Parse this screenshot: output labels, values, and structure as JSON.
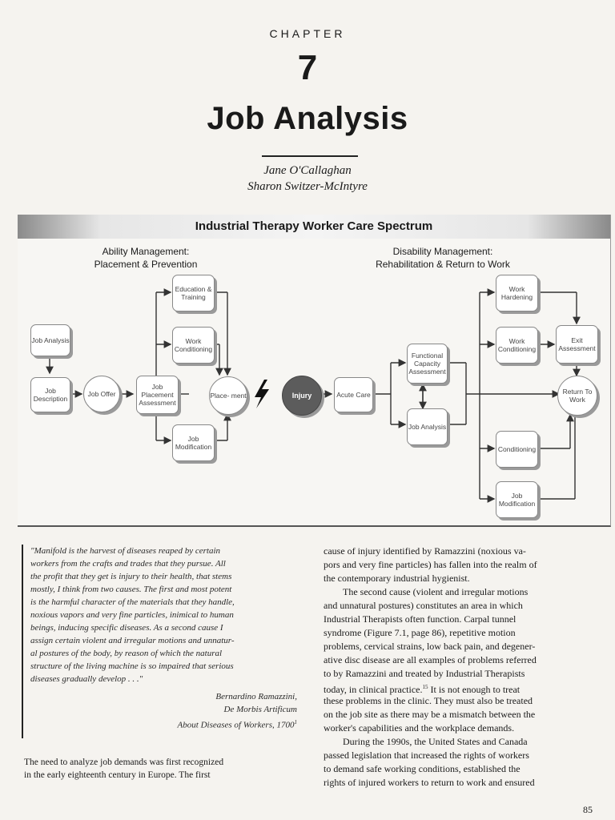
{
  "chapter": {
    "label": "CHAPTER",
    "number": "7",
    "title": "Job Analysis"
  },
  "authors": [
    "Jane O'Callaghan",
    "Sharon Switzer-McIntyre"
  ],
  "figure": {
    "title": "Industrial Therapy Worker Care Spectrum",
    "left_section": [
      "Ability Management:",
      "Placement & Prevention"
    ],
    "right_section": [
      "Disability Management:",
      "Rehabilitation & Return to Work"
    ],
    "nodes": {
      "job_analysis_1": "Job Analysis",
      "job_description": "Job Description",
      "job_offer": "Job Offer",
      "job_placement": "Job Placement Assessment",
      "education_training": "Education & Training",
      "work_conditioning_1": "Work Conditioning",
      "job_modification_1": "Job Modification",
      "placement": "Place- ment",
      "injury": "Injury",
      "acute_care": "Acute Care",
      "fca": "Functional Capacity Assessment",
      "job_analysis_2": "Job Analysis",
      "work_hardening": "Work Hardening",
      "work_conditioning_2": "Work Conditioning",
      "exit_assessment": "Exit Assessment",
      "return_to_work": "Return To Work",
      "conditioning": "Conditioning",
      "job_modification_2": "Job Modification"
    }
  },
  "epigraph": {
    "lines": [
      "\"Manifold is the harvest of diseases reaped by certain",
      "workers from the crafts and trades that they pursue. All",
      "the profit that they get is injury to their health, that stems",
      "mostly, I think from two causes. The first and most potent",
      "is the harmful character of the materials that they handle,",
      "noxious vapors and very fine particles, inimical to human",
      "beings, inducing specific diseases. As a second cause I",
      "assign certain violent and irregular motions and unnatur-",
      "al postures of the body, by reason of which the natural",
      "structure of the living machine is so impaired that serious",
      "diseases gradually develop . . .\""
    ],
    "attribution": [
      "Bernardino Ramazzini,",
      "De Morbis Artificum",
      "About Diseases of Workers, 1700"
    ],
    "citation_sup": "1"
  },
  "body_left": [
    "The need to analyze job demands was first recognized",
    "in the early eighteenth century in Europe. The first"
  ],
  "body_right": [
    "cause of injury identified by Ramazzini (noxious va-",
    "pors and very fine particles) has fallen into the realm of",
    "the contemporary industrial hygienist.",
    "The second cause (violent and irregular motions",
    "and unnatural postures) constitutes an area in which",
    "Industrial Therapists often function. Carpal tunnel",
    "syndrome (Figure 7.1, page 86), repetitive motion",
    "problems, cervical strains, low back pain, and degener-",
    "ative disc disease are all examples of problems referred",
    "to by Ramazzini and treated by Industrial Therapists",
    "today, in clinical practice.",
    "these problems in the clinic. They must also be treated",
    "on the job site as there may be a mismatch between the",
    "worker's capabilities and the workplace demands.",
    "During the 1990s, the United States and Canada",
    "passed legislation that increased the rights of workers",
    "to demand safe working conditions, established the",
    "rights of injured workers to return to work and ensured"
  ],
  "body_right_extra": {
    "sup": "15",
    "tail": " It is not enough to treat"
  },
  "page_number": "85"
}
